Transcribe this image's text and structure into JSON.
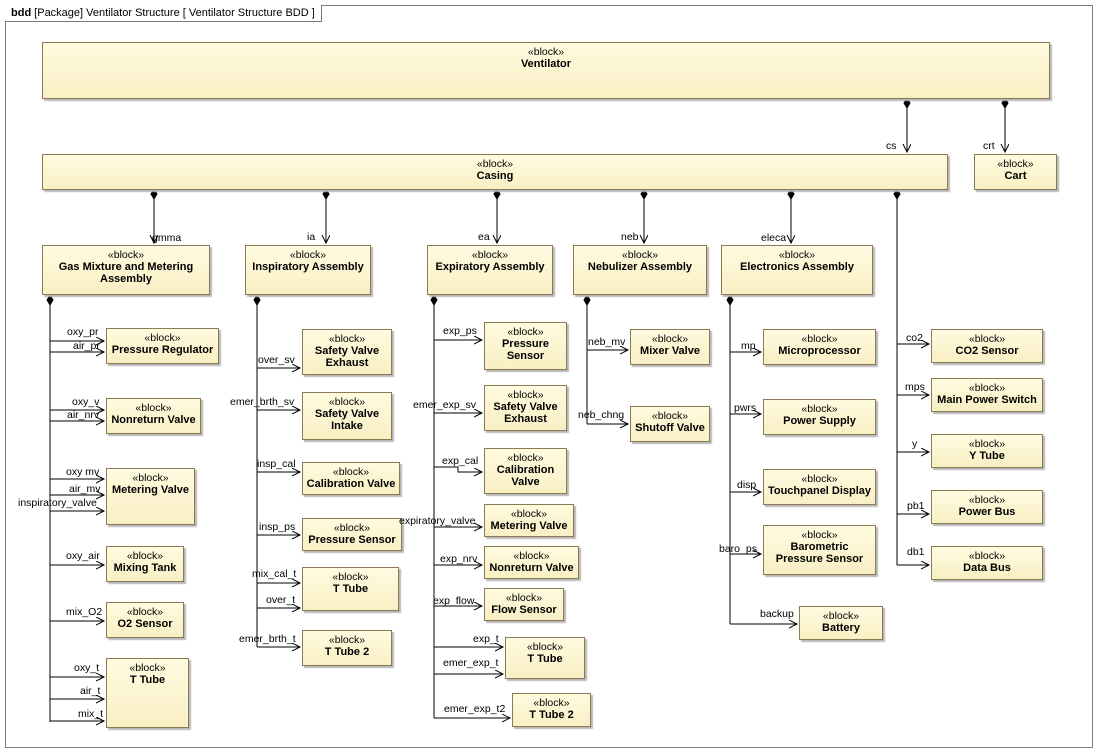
{
  "frame": {
    "kind": "bdd",
    "title": "[Package] Ventilator Structure [ Ventilator Structure BDD ]"
  },
  "stereotype": "«block»",
  "blocks": {
    "ventilator": "Ventilator",
    "casing": "Casing",
    "cart": "Cart",
    "gas_mixture": "Gas Mixture and Metering Assembly",
    "inspiratory": "Inspiratory Assembly",
    "expiratory": "Expiratory Assembly",
    "nebulizer": "Nebulizer Assembly",
    "electronics": "Electronics Assembly",
    "pressure_regulator": "Pressure Regulator",
    "nonreturn_valve_g": "Nonreturn Valve",
    "metering_valve_g": "Metering Valve",
    "mixing_tank": "Mixing Tank",
    "o2_sensor": "O2 Sensor",
    "t_tube_g": "T Tube",
    "safety_valve_exhaust_i": "Safety Valve Exhaust",
    "safety_valve_intake": "Safety Valve Intake",
    "calibration_valve_i": "Calibration Valve",
    "pressure_sensor_i": "Pressure Sensor",
    "t_tube_i": "T Tube",
    "t_tube2_i": "T Tube 2",
    "pressure_sensor_e": "Pressure Sensor",
    "safety_valve_exhaust_e": "Safety Valve Exhaust",
    "calibration_valve_e": "Calibration Valve",
    "metering_valve_e": "Metering Valve",
    "nonreturn_valve_e": "Nonreturn Valve",
    "flow_sensor": "Flow Sensor",
    "t_tube_e": "T Tube",
    "t_tube2_e": "T Tube 2",
    "mixer_valve": "Mixer Valve",
    "shutoff_valve": "Shutoff Valve",
    "microprocessor": "Microprocessor",
    "power_supply": "Power Supply",
    "touchpanel_display": "Touchpanel Display",
    "barometric_pressure_sensor": "Barometric Pressure Sensor",
    "battery": "Battery",
    "co2_sensor": "CO2 Sensor",
    "main_power_switch": "Main Power Switch",
    "y_tube": "Y Tube",
    "power_bus": "Power Bus",
    "data_bus": "Data Bus"
  },
  "roles": {
    "cs": "cs",
    "crt": "crt",
    "gmma": "gmma",
    "ia": "ia",
    "ea": "ea",
    "neb": "neb",
    "eleca": "eleca",
    "oxy_pr": "oxy_pr",
    "air_pr": "air_pr",
    "oxy_v": "oxy_v",
    "air_nrv": "air_nrv",
    "oxy_mv": "oxy mv",
    "air_mv": "air_mv",
    "inspiratory_valve": "inspiratory_valve",
    "oxy_air": "oxy_air",
    "mix_o2": "mix_O2",
    "oxy_t": "oxy_t",
    "air_t": "air_t",
    "mix_t": "mix_t",
    "over_sv": "over_sv",
    "emer_brth_sv": "emer_brth_sv",
    "insp_cal": "insp_cal",
    "insp_ps": "insp_ps",
    "mix_cal_t": "mix_cal_t",
    "over_t": "over_t",
    "emer_brth_t": "emer_brth_t",
    "exp_ps": "exp_ps",
    "emer_exp_sv": "emer_exp_sv",
    "exp_cal": "exp_cal",
    "expiratory_valve": "expiratory_valve",
    "exp_nrv": "exp_nrv",
    "exp_flow": "exp_flow",
    "exp_t": "exp_t",
    "emer_exp_t": "emer_exp_t",
    "emer_exp_t2": "emer_exp_t2",
    "neb_mv": "neb_mv",
    "neb_chng": "neb_chng",
    "mp": "mp",
    "pwrs": "pwrs",
    "disp": "disp",
    "baro_ps": "baro_ps",
    "backup": "backup",
    "co2": "co2",
    "mps": "mps",
    "y": "y",
    "pb1": "pb1",
    "db1": "db1"
  }
}
